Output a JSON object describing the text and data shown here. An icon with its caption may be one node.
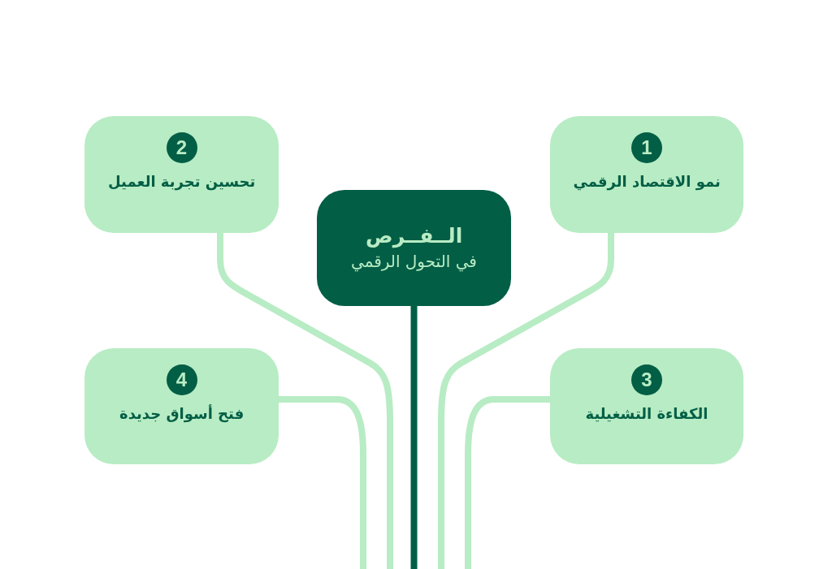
{
  "diagram": {
    "nodes": [
      {
        "text": [
          "الــفــرص",
          "في التحول الرقمي"
        ]
      },
      {
        "text": [
          "1",
          "نمو الاقتصاد الرقمي"
        ]
      },
      {
        "text": [
          "2",
          "تحسين تجربة العميل"
        ]
      },
      {
        "text": [
          "3",
          "الكفاءة التشغيلية"
        ]
      },
      {
        "text": [
          "4",
          "فتح أسواق جديدة"
        ]
      }
    ],
    "edges": [
      {
        "from": 0,
        "to": null,
        "arrow": "none",
        "color": "#025e45"
      },
      {
        "from": 1,
        "to": null,
        "arrow": "none"
      },
      {
        "from": 2,
        "to": null,
        "arrow": "none"
      },
      {
        "from": 3,
        "to": null,
        "arrow": "none"
      },
      {
        "from": 4,
        "to": null,
        "arrow": "none"
      }
    ]
  }
}
